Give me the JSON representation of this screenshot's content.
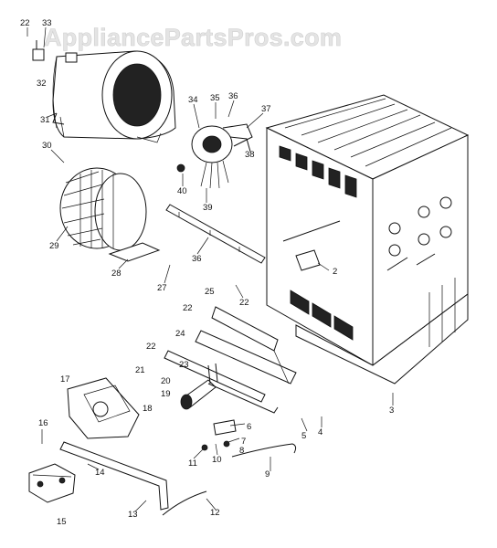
{
  "watermark": "AppliancePartsPros.com",
  "callouts": {
    "c2": "2",
    "c3": "3",
    "c4": "4",
    "c5": "5",
    "c6": "6",
    "c7": "7",
    "c8": "8",
    "c9": "9",
    "c10": "10",
    "c11": "11",
    "c12": "12",
    "c13": "13",
    "c14": "14",
    "c15": "15",
    "c16": "16",
    "c17": "17",
    "c18": "18",
    "c19": "19",
    "c20": "20",
    "c21": "21",
    "c22a": "22",
    "c22b": "22",
    "c22c": "22",
    "c22d": "22",
    "c23": "23",
    "c24": "24",
    "c25": "25",
    "c27": "27",
    "c28": "28",
    "c29": "29",
    "c30": "30",
    "c31": "31",
    "c32": "32",
    "c33": "33",
    "c34": "34",
    "c35": "35",
    "c36a": "36",
    "c36b": "36",
    "c37": "37",
    "c38": "38",
    "c39": "39",
    "c40": "40"
  }
}
